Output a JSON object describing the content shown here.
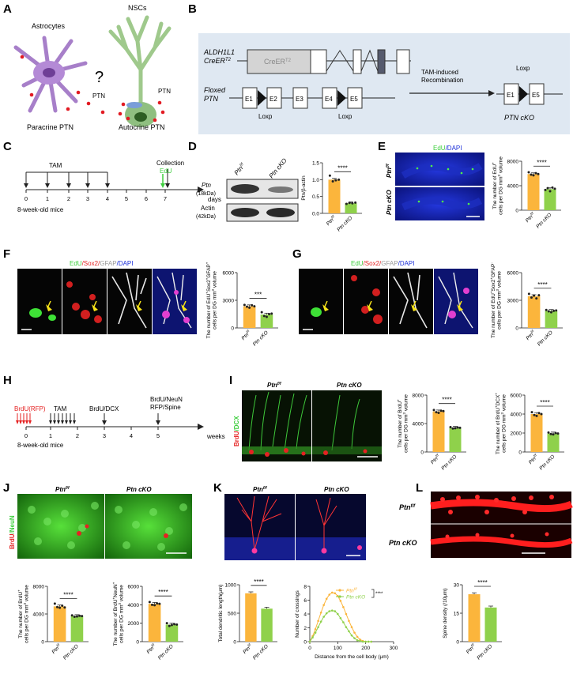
{
  "colors": {
    "ctrl": "#fbb53c",
    "cko": "#8fd14b",
    "dapi": "#1a2dd9",
    "green": "#3ecf3e",
    "red": "#e52222",
    "panelB_bg": "#dfe8f2"
  },
  "panelA": {
    "letter": "A",
    "astro": "Astrocytes",
    "nscs": "NSCs",
    "q": "?",
    "ptn1": "PTN",
    "ptn2": "PTN",
    "para": "Paracrine PTN",
    "auto": "Autocrine PTN"
  },
  "panelB": {
    "letter": "B",
    "aldh1": "ALDH1L1",
    "aldh2": "CreER",
    "aldh2sup": "T2",
    "creer": "CreER",
    "creersup": "T2",
    "floxed1": "Floxed",
    "floxed2": "PTN",
    "exons": [
      "E1",
      "E2",
      "E3",
      "E4",
      "E5"
    ],
    "loxp": "Loxp",
    "tam1": "TAM-induced",
    "tam2": "Recombination",
    "cko_exons": [
      "E1",
      "E5"
    ],
    "cko_label": "PTN cKO"
  },
  "panelC": {
    "letter": "C",
    "tam": "TAM",
    "collection": "Collection",
    "edu": "EdU",
    "ticks": [
      "0",
      "1",
      "2",
      "3",
      "4",
      "5",
      "6",
      "7"
    ],
    "days": "days",
    "mice": "8-week-old mice"
  },
  "panelD": {
    "letter": "D",
    "ptn": "Ptn",
    "ptn_kda": "(18kDa)",
    "actin": "Actin",
    "actin_kda": "(42kDa)",
    "col1": "Ptn",
    "col1sup": "f/f",
    "col2": "Ptn cKO",
    "ylabel": "Ptn/β-actin",
    "yticks": [
      "0.0",
      "0.5",
      "1.0",
      "1.5"
    ],
    "sig": "****"
  },
  "panelE": {
    "letter": "E",
    "title_a": "EdU",
    "title_b": "/DAPI",
    "row1": "Ptn",
    "row1sup": "f/f",
    "row2": "Ptn cKO",
    "ylabel1": "The number of EdU",
    "ylabel1sup": "+",
    "ylabel2": "cells per DG mm",
    "ylabel2sup": "3",
    "ylabel3": " volume",
    "yticks": [
      "0",
      "4000",
      "8000"
    ],
    "sig": "****"
  },
  "panelF": {
    "letter": "F",
    "t1": "EdU",
    "t2": "/Sox2/",
    "t3": "GFAP",
    "t4": "/DAPI",
    "ylabel1": "The number of EdU",
    "ylabel1sup": "+",
    "ylabel1b": "Sox2",
    "ylabel1bsup": "+",
    "ylabel1c": "GFAP",
    "ylabel1csup": "+",
    "ylabel2": "cells per DG mm",
    "ylabel2sup": "3",
    "ylabel3": " volume",
    "yticks": [
      "0",
      "3000",
      "6000"
    ],
    "sig": "***"
  },
  "panelG": {
    "letter": "G",
    "t1": "EdU",
    "t2": "/Sox2/",
    "t3": "GFAP",
    "t4": "/DAPI",
    "ylabel1": "The number of EdU",
    "ylabel1sup": "+",
    "ylabel1b": "Sox2",
    "ylabel1bsup": "+",
    "ylabel1c": "GFAP",
    "ylabel1csup": "-",
    "ylabel2": "cells per DG mm",
    "ylabel2sup": "3",
    "ylabel3": " volume",
    "yticks": [
      "0",
      "3000",
      "6000"
    ],
    "sig": "****"
  },
  "panelH": {
    "letter": "H",
    "brdu": "BrdU(RFP)",
    "tam": "TAM",
    "brdudcx": "BrdU/DCX",
    "l1": "BrdU/NeuN",
    "l2": "RFP/Spine",
    "ticks": [
      "0",
      "1",
      "2",
      "3",
      "4",
      "5"
    ],
    "weeks": "weeks",
    "mice": "8-week-old mice"
  },
  "panelI": {
    "letter": "I",
    "h1": "Ptn",
    "h1sup": "f/f",
    "h2": "Ptn cKO",
    "side_a": "BrdU",
    "side_b": "/DCX",
    "c1_y1": "The number of BrdU",
    "c1_y1sup": "+",
    "c1_y2": "cells per DG mm",
    "c1_y2sup": "3",
    "c1_y3": " volume",
    "c1_ticks": [
      "0",
      "4000",
      "8000"
    ],
    "c1_sig": "****",
    "c2_y1": "The number of BrdU",
    "c2_y1sup": "+",
    "c2_y1b": "DCX",
    "c2_y1bsup": "+",
    "c2_y2": "cells per DG mm",
    "c2_y2sup": "3",
    "c2_y3": " volume",
    "c2_ticks": [
      "0",
      "2000",
      "4000",
      "6000"
    ],
    "c2_sig": "****"
  },
  "panelJ": {
    "letter": "J",
    "h1": "Ptn",
    "h1sup": "f/f",
    "h2": "Ptn cKO",
    "side_a": "BrdU",
    "side_b": "/NeuN",
    "c1_y1": "The number of BrdU",
    "c1_y1sup": "+",
    "c1_y2": "cells per DG mm",
    "c1_y2sup": "3",
    "c1_y3": " volume",
    "c1_ticks": [
      "0",
      "4000",
      "8000"
    ],
    "c1_sig": "****",
    "c2_y1": "The number of BrdU",
    "c2_y1sup": "+",
    "c2_y1b": "NeuN",
    "c2_y1bsup": "+",
    "c2_y2": "cells per DG mm",
    "c2_y2sup": "3",
    "c2_y3": " volume",
    "c2_ticks": [
      "0",
      "2000",
      "4000",
      "6000"
    ],
    "c2_sig": "****"
  },
  "panelK": {
    "letter": "K",
    "h1": "Ptn",
    "h1sup": "f/f",
    "h2": "Ptn cKO",
    "bar_ylabel": "Total dendritic length(μm)",
    "bar_ticks": [
      "0",
      "500",
      "1000"
    ],
    "bar_sig": "****",
    "sholl_ylabel": "Number of crossings",
    "sholl_xlabel": "Distance from the cell body (μm)",
    "sholl_yticks": [
      "0",
      "2",
      "4",
      "6",
      "8"
    ],
    "sholl_xticks": [
      "0",
      "100",
      "200",
      "300"
    ],
    "leg1": "Ptn",
    "leg1sup": "f/f",
    "leg2": "Ptn cKO",
    "leg_sig": "****"
  },
  "panelL": {
    "letter": "L",
    "r1": "Ptn",
    "r1sup": "f/f",
    "r2": "Ptn cKO",
    "ylabel": "Spine density (/10μm)",
    "yticks": [
      "0",
      "15",
      "30"
    ],
    "sig": "****"
  },
  "xcat": {
    "c1": "Ptn",
    "c1sup": "f/f",
    "c2": "Ptn cKO"
  },
  "chart_data": [
    {
      "type": "bar",
      "id": "D",
      "categories": [
        "Ptn f/f",
        "Ptn cKO"
      ],
      "values": [
        1.0,
        0.3
      ],
      "points": [
        [
          1.12,
          0.95,
          0.98,
          1.0
        ],
        [
          0.28,
          0.31,
          0.3,
          0.32
        ]
      ],
      "ylabel": "Ptn/β-actin",
      "ylim": [
        0,
        1.5
      ]
    },
    {
      "type": "bar",
      "id": "E",
      "categories": [
        "Ptn f/f",
        "Ptn cKO"
      ],
      "values": [
        5900,
        3450
      ],
      "points": [
        [
          6200,
          5800,
          5700,
          6050,
          5900
        ],
        [
          3300,
          3600,
          3100,
          3700,
          3500
        ]
      ],
      "ylim": [
        0,
        8000
      ]
    },
    {
      "type": "bar",
      "id": "F",
      "categories": [
        "Ptn f/f",
        "Ptn cKO"
      ],
      "values": [
        2350,
        1450
      ],
      "points": [
        [
          2500,
          2300,
          2200,
          2450,
          2350
        ],
        [
          1700,
          1300,
          1200,
          1500,
          1550
        ]
      ],
      "ylim": [
        0,
        6000
      ]
    },
    {
      "type": "bar",
      "id": "G",
      "categories": [
        "Ptn f/f",
        "Ptn cKO"
      ],
      "values": [
        3450,
        1850
      ],
      "points": [
        [
          3700,
          3300,
          3500,
          3200,
          3550
        ],
        [
          1950,
          1800,
          1700,
          1850,
          1900
        ]
      ],
      "ylim": [
        0,
        6000
      ]
    },
    {
      "type": "bar",
      "id": "I1",
      "categories": [
        "Ptn f/f",
        "Ptn cKO"
      ],
      "values": [
        5700,
        3400
      ],
      "points": [
        [
          5900,
          5600,
          5500,
          5800,
          5750
        ],
        [
          3500,
          3300,
          3350,
          3450,
          3400
        ]
      ],
      "ylim": [
        0,
        8000
      ]
    },
    {
      "type": "bar",
      "id": "I2",
      "categories": [
        "Ptn f/f",
        "Ptn cKO"
      ],
      "values": [
        4000,
        1950
      ],
      "points": [
        [
          4200,
          3900,
          3800,
          4100,
          4000
        ],
        [
          2050,
          1900,
          1850,
          2000,
          1950
        ]
      ],
      "ylim": [
        0,
        6000
      ]
    },
    {
      "type": "bar",
      "id": "J1",
      "categories": [
        "Ptn f/f",
        "Ptn cKO"
      ],
      "values": [
        5100,
        3700
      ],
      "points": [
        [
          5500,
          5000,
          4900,
          5200,
          4950
        ],
        [
          3800,
          3600,
          3650,
          3750,
          3700
        ]
      ],
      "ylim": [
        0,
        8000
      ]
    },
    {
      "type": "bar",
      "id": "J2",
      "categories": [
        "Ptn f/f",
        "Ptn cKO"
      ],
      "values": [
        4100,
        1850
      ],
      "points": [
        [
          4300,
          4000,
          3950,
          4150,
          4100
        ],
        [
          2000,
          1700,
          1800,
          1900,
          1850
        ]
      ],
      "ylim": [
        0,
        6000
      ]
    },
    {
      "type": "bar",
      "id": "K1",
      "categories": [
        "Ptn f/f",
        "Ptn cKO"
      ],
      "values": [
        850,
        580
      ],
      "ylabel": "Total dendritic length(μm)",
      "ylim": [
        0,
        1000
      ]
    },
    {
      "type": "line",
      "id": "K2",
      "x": [
        0,
        10,
        20,
        30,
        40,
        50,
        60,
        70,
        80,
        90,
        100,
        110,
        120,
        130,
        140,
        150,
        160,
        170,
        180,
        190,
        200,
        210,
        220
      ],
      "series": [
        {
          "name": "Ptn f/f",
          "values": [
            0,
            0.8,
            1.8,
            3.0,
            4.2,
            5.3,
            6.2,
            6.8,
            7.1,
            7.0,
            6.6,
            5.9,
            5.0,
            4.0,
            3.0,
            2.1,
            1.3,
            0.7,
            0.3,
            0.1,
            0,
            0,
            0
          ]
        },
        {
          "name": "Ptn cKO",
          "values": [
            0,
            0.6,
            1.3,
            2.1,
            2.9,
            3.6,
            4.1,
            4.4,
            4.5,
            4.4,
            4.0,
            3.4,
            2.8,
            2.1,
            1.5,
            0.9,
            0.5,
            0.2,
            0.1,
            0,
            0,
            0,
            0
          ]
        }
      ],
      "ylabel": "Number of crossings",
      "xlabel": "Distance from the cell body (μm)",
      "xlim": [
        0,
        300
      ],
      "ylim": [
        0,
        8
      ]
    },
    {
      "type": "bar",
      "id": "L",
      "categories": [
        "Ptn f/f",
        "Ptn cKO"
      ],
      "values": [
        25,
        18
      ],
      "ylabel": "Spine density (/10μm)",
      "ylim": [
        0,
        30
      ]
    }
  ]
}
